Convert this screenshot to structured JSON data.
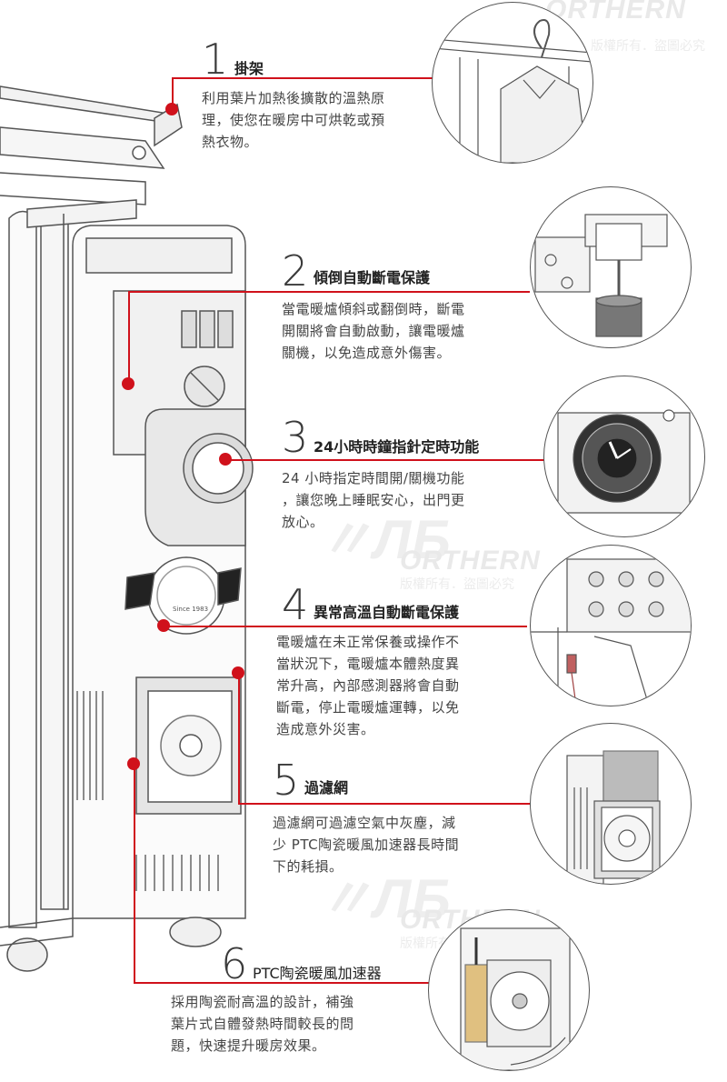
{
  "watermark": {
    "brand": "ORTHERN",
    "copyright": "版權所有．盜圖必究"
  },
  "badge": {
    "since": "Since 1983"
  },
  "features": [
    {
      "num": "1",
      "title": "掛架",
      "lines": [
        "利用葉片加熱後擴散的溫熱原",
        "理，使您在暖房中可烘乾或預",
        "熱衣物。"
      ]
    },
    {
      "num": "2",
      "title": "傾倒自動斷電保護",
      "lines": [
        "當電暖爐傾斜或翻倒時，斷電",
        "開關將會自動啟動，讓電暖爐",
        "關機，以免造成意外傷害。"
      ]
    },
    {
      "num": "3",
      "title": "24小時時鐘指針定時功能",
      "lines": [
        "24 小時指定時間開/關機功能",
        "，讓您晚上睡眠安心，出門更",
        "放心。"
      ]
    },
    {
      "num": "4",
      "title": "異常高溫自動斷電保護",
      "lines": [
        "電暖爐在未正常保養或操作不",
        "當狀況下，電暖爐本體熱度異",
        "常升高，內部感測器將會自動",
        "斷電，停止電暖爐運轉，以免",
        "造成意外災害。"
      ]
    },
    {
      "num": "5",
      "title": "過濾網",
      "lines": [
        "過濾網可過濾空氣中灰塵，減",
        "少 PTC陶瓷暖風加速器長時間",
        "下的耗損。"
      ]
    },
    {
      "num": "6",
      "title": "PTC陶瓷暖風加速器",
      "lines": [
        "採用陶瓷耐高溫的設計，補強",
        "葉片式自體發熱時間較長的問",
        "題，快速提升暖房效果。"
      ]
    }
  ],
  "colors": {
    "accent": "#d0111b",
    "text": "#444444",
    "line": "#555555"
  }
}
